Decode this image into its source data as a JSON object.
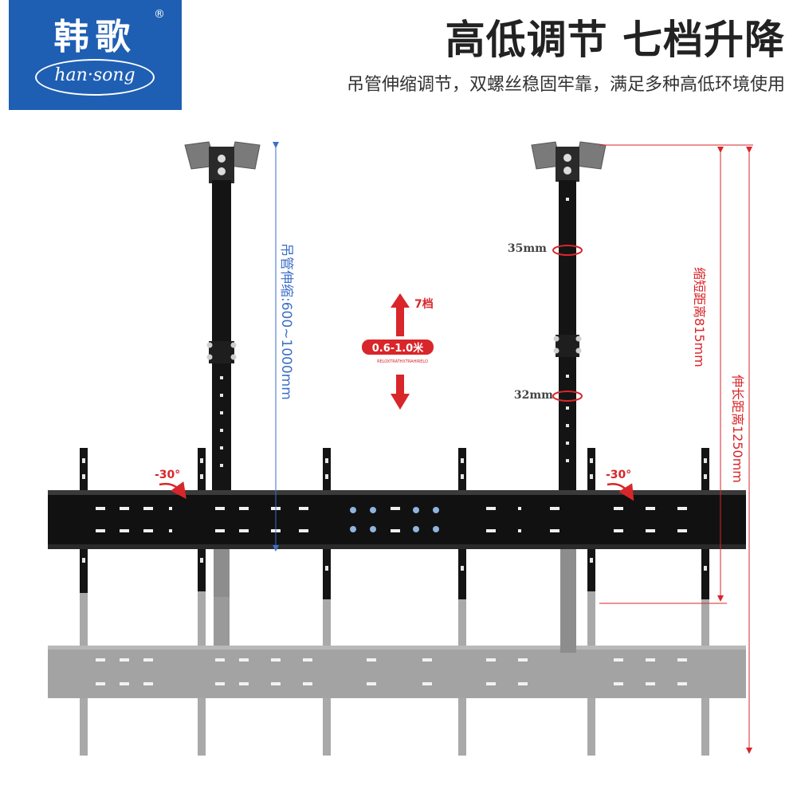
{
  "brand": {
    "name_cn": "韩歌",
    "registered_mark": "®",
    "name_en": "han·song",
    "bg_color": "#1f5fb3"
  },
  "header": {
    "headline": "高低调节  七档升降",
    "subtitle": "吊管伸缩调节，双螺丝稳固牢靠，满足多种高低环境使用"
  },
  "annotations": {
    "left_pipe_range": "吊管伸缩:600~1000mm",
    "gear_label": "7档",
    "range_label": "0.6-1.0米",
    "range_sub": "RELOXTRATHXTRAHIRELO",
    "tilt_left": "-30°",
    "tilt_right": "-30°",
    "pipe_upper_diameter": "35mm",
    "pipe_lower_diameter": "32mm",
    "short_distance": "缩短距离815mm",
    "long_distance": "伸长距离1250mm"
  },
  "colors": {
    "accent_red": "#d8262a",
    "accent_blue": "#3d6fc7",
    "mount_black": "#141414",
    "ghost_gray": "#a9a9a9"
  }
}
